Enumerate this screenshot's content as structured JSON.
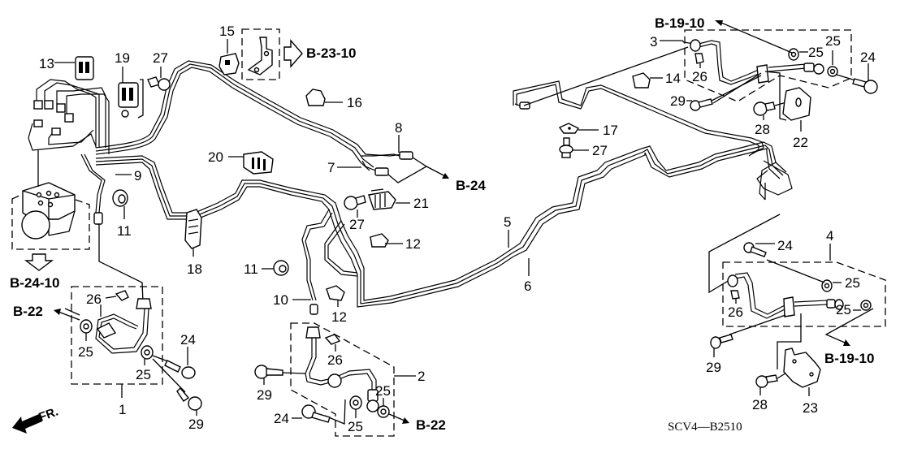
{
  "diagram": {
    "code": "SCV4—B2510",
    "front_indicator": "FR.",
    "references": {
      "b23_10": "B-23-10",
      "b24": "B-24",
      "b24_10": "B-24-10",
      "b22_left": "B-22",
      "b22_center": "B-22",
      "b19_10_top": "B-19-10",
      "b19_10_bottom": "B-19-10"
    },
    "callouts": {
      "p1": "1",
      "p2": "2",
      "p3": "3",
      "p4": "4",
      "p5": "5",
      "p6": "6",
      "p7": "7",
      "p8": "8",
      "p9": "9",
      "p10": "10",
      "p11a": "11",
      "p11b": "11",
      "p12a": "12",
      "p12b": "12",
      "p13": "13",
      "p14": "14",
      "p15": "15",
      "p16": "16",
      "p17": "17",
      "p18": "18",
      "p19": "19",
      "p20": "20",
      "p21": "21",
      "p22": "22",
      "p23": "23",
      "p24a": "24",
      "p24b": "24",
      "p24c": "24",
      "p24d": "24",
      "p25a": "25",
      "p25b": "25",
      "p25c": "25",
      "p25d": "25",
      "p25e": "25",
      "p25f": "25",
      "p25g": "25",
      "p25h": "25",
      "p26a": "26",
      "p26b": "26",
      "p26c": "26",
      "p26d": "26",
      "p27a": "27",
      "p27b": "27",
      "p27c": "27",
      "p28a": "28",
      "p28b": "28",
      "p29a": "29",
      "p29b": "29",
      "p29c": "29",
      "p29d": "29"
    }
  }
}
